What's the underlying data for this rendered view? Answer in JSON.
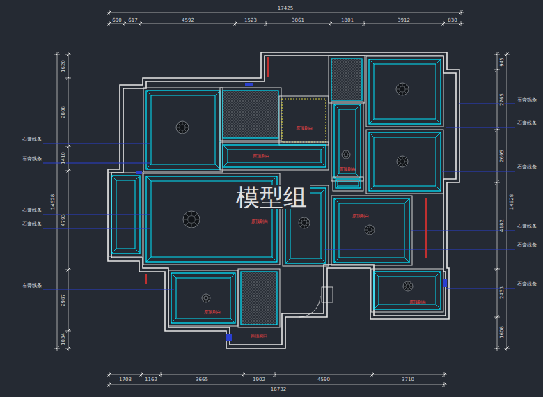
{
  "diagram": {
    "labels": [
      "17425",
      "690",
      "617",
      "4592",
      "1523",
      "3061",
      "1801",
      "3912",
      "830",
      "1620",
      "2808",
      "1410",
      "4793",
      "2987",
      "1034",
      "14628",
      "945",
      "2765",
      "2695",
      "4182",
      "2433",
      "1608",
      "14628",
      "1703",
      "1162",
      "3665",
      "1902",
      "4590",
      "3710",
      "16732",
      "石膏线条",
      "石膏线条",
      "石膏线条",
      "石膏线条",
      "石膏线条",
      "石膏线条",
      "石膏线条",
      "石膏线条",
      "石膏线条",
      "石膏线条",
      "石膏线条",
      "模型组",
      "原顶刷白",
      "原顶刷白",
      "原顶刷白",
      "原顶刷白",
      "原顶刷白",
      "原顶刷白",
      "原顶刷白",
      "原顶刷白"
    ]
  }
}
